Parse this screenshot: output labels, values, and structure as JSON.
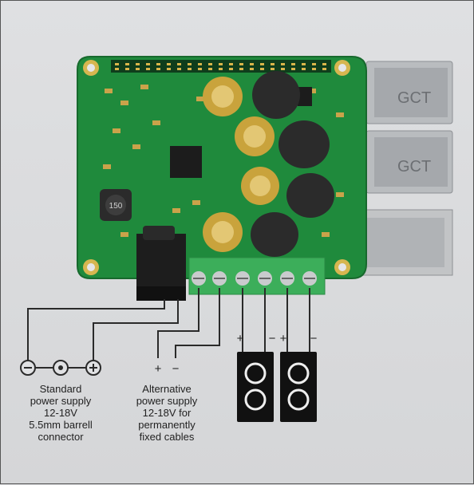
{
  "chips": {
    "inductor": "150",
    "usb_brand": "GCT"
  },
  "sign": {
    "plus": "+",
    "minus": "−"
  },
  "labels": {
    "standard": [
      "Standard",
      "power supply",
      "12-18V",
      "5.5mm barrell",
      "connector"
    ],
    "alternative": [
      "Alternative",
      "power supply",
      "12-18V for",
      "permanently",
      "fixed cables"
    ]
  },
  "colors": {
    "pcb": "#1f8a3c",
    "terminal": "#3cae5a",
    "wire": "#2a2a2a",
    "capacitor": "#c9a33c",
    "inductor": "#2b2b2b"
  }
}
